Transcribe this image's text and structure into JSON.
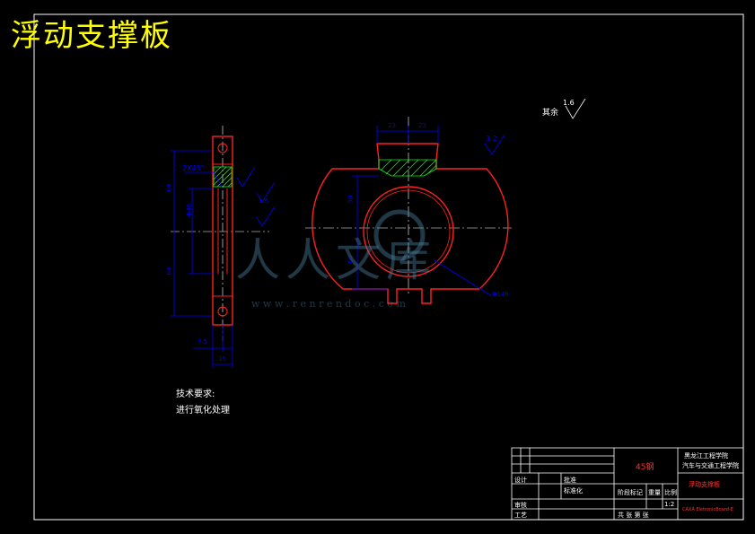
{
  "drawing": {
    "title": "浮动支撑板",
    "surface_note": "其余",
    "roughness_general": "1.6",
    "roughness_side": "3.2",
    "chamfer": "2X45°",
    "roughness_face": "1.6",
    "dims": {
      "left_upper": "64",
      "left_lower": "64",
      "left_mid": "Φ46",
      "bottom_inner": "7.5",
      "bottom_outer": "15",
      "top_left": "23",
      "top_right": "23",
      "vert_upper": "50",
      "vert_lower": "60",
      "diameter": "Φ148"
    }
  },
  "tech_req": {
    "heading": "技术要求:",
    "line1": "进行氧化处理"
  },
  "title_block": {
    "material": "45钢",
    "school_line1": "黑龙江工程学院",
    "school_line2": "汽车与交通工程学院",
    "part_name": "浮动支撑板",
    "drawing_no": "",
    "ratio_label": "比例",
    "weight_label": "重量",
    "stage_label": "阶段标记",
    "scale": "1:2",
    "sheet_label": "共  张   第  张",
    "designer_label": "设计",
    "std_label": "标准化",
    "review_label": "审核",
    "process_label": "工艺",
    "approve_label": "批准",
    "software": "CAXA EletronicBoard-E"
  },
  "watermark": {
    "text": "人人文库",
    "url": "w w w . r e n r e n d o c . c o m"
  },
  "colors": {
    "outline": "#ff2020",
    "dimension": "#0000ff",
    "center": "#ffffff",
    "hatch": "#00ff00",
    "title": "#ffff00"
  }
}
